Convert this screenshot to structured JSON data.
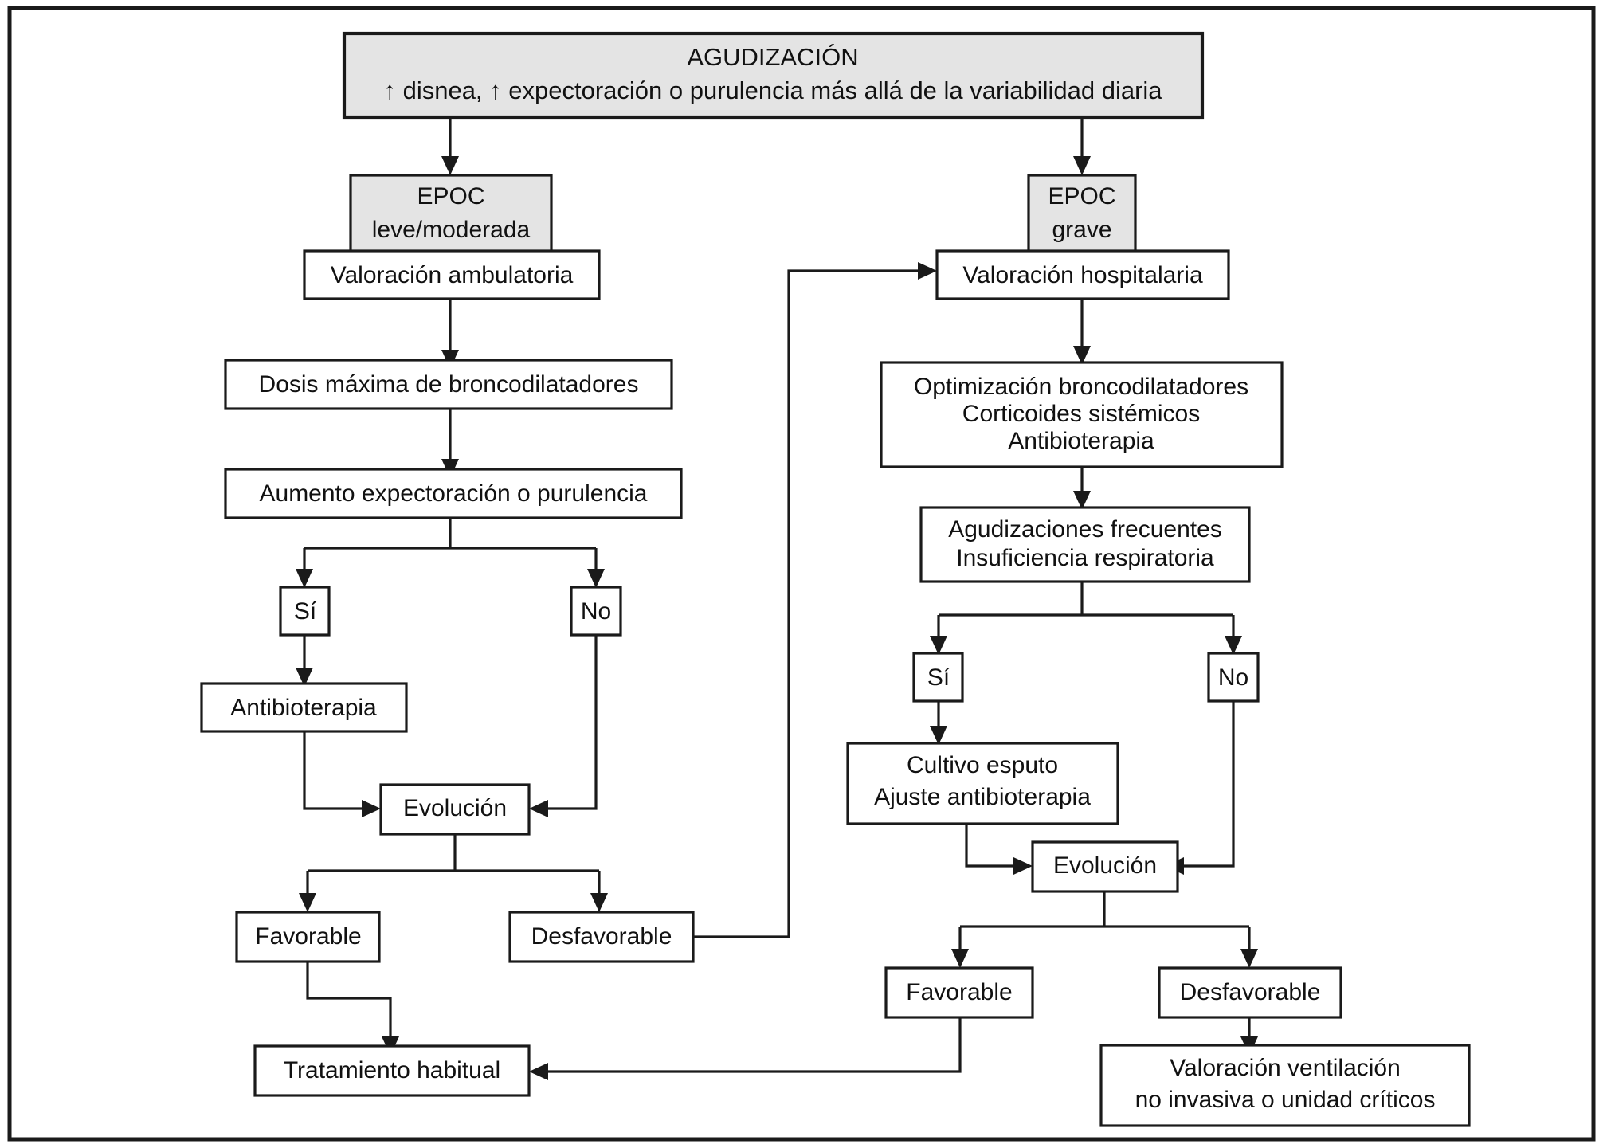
{
  "figure": {
    "kind": "clinical-flowchart",
    "language": "es",
    "colors": {
      "line": "#1a1a1a",
      "shaded_fill": "#e4e4e4",
      "plain_fill": "#ffffff",
      "text": "#111111"
    }
  },
  "nodes": {
    "header": {
      "title": "AGUDIZACIÓN",
      "subtitle": "↑ disnea, ↑ expectoración o purulencia más allá de la variabilidad diaria",
      "shaded": true
    },
    "left": {
      "severity": {
        "line1": "EPOC",
        "line2": "leve/moderada",
        "shaded": true
      },
      "assessment": {
        "label": "Valoración ambulatoria"
      },
      "treatment": {
        "label": "Dosis máxima de broncodilatadores"
      },
      "decision": {
        "label": "Aumento expectoración o purulencia"
      },
      "yes": {
        "label": "Sí"
      },
      "no": {
        "label": "No"
      },
      "antibiotics": {
        "label": "Antibioterapia"
      },
      "outcome": {
        "label": "Evolución"
      },
      "favorable": {
        "label": "Favorable"
      },
      "unfavorable": {
        "label": "Desfavorable"
      },
      "final": {
        "label": "Tratamiento habitual"
      }
    },
    "right": {
      "severity": {
        "line1": "EPOC",
        "line2": "grave",
        "shaded": true
      },
      "assessment": {
        "label": "Valoración hospitalaria"
      },
      "treatment": {
        "line1": "Optimización broncodilatadores",
        "line2": "Corticoides sistémicos",
        "line3": "Antibioterapia"
      },
      "decision": {
        "line1": "Agudizaciones frecuentes",
        "line2": "Insuficiencia respiratoria"
      },
      "yes": {
        "label": "Sí"
      },
      "no": {
        "label": "No"
      },
      "culture": {
        "line1": "Cultivo esputo",
        "line2": "Ajuste antibioterapia"
      },
      "outcome": {
        "label": "Evolución"
      },
      "favorable": {
        "label": "Favorable"
      },
      "unfavorable": {
        "label": "Desfavorable"
      },
      "final": {
        "line1": "Valoración ventilación",
        "line2": "no invasiva o unidad críticos"
      }
    }
  },
  "chart_data": {
    "type": "diagram",
    "title": "Algoritmo de manejo de la agudización de la EPOC",
    "edges": [
      {
        "from": "header",
        "to": "left.severity",
        "style": "arrow"
      },
      {
        "from": "header",
        "to": "right.severity",
        "style": "arrow"
      },
      {
        "from": "left.assessment",
        "to": "left.treatment",
        "style": "arrow"
      },
      {
        "from": "left.treatment",
        "to": "left.decision",
        "style": "arrow"
      },
      {
        "from": "left.decision",
        "to": "left.yes",
        "style": "arrow"
      },
      {
        "from": "left.decision",
        "to": "left.no",
        "style": "arrow"
      },
      {
        "from": "left.yes",
        "to": "left.antibiotics",
        "style": "arrow"
      },
      {
        "from": "left.antibiotics",
        "to": "left.outcome",
        "style": "arrow"
      },
      {
        "from": "left.no",
        "to": "left.outcome",
        "style": "arrow"
      },
      {
        "from": "left.outcome",
        "to": "left.favorable",
        "style": "arrow"
      },
      {
        "from": "left.outcome",
        "to": "left.unfavorable",
        "style": "arrow"
      },
      {
        "from": "left.favorable",
        "to": "left.final",
        "style": "arrow"
      },
      {
        "from": "left.unfavorable",
        "to": "right.assessment",
        "style": "arrow-feedback"
      },
      {
        "from": "right.assessment",
        "to": "right.treatment",
        "style": "arrow"
      },
      {
        "from": "right.treatment",
        "to": "right.decision",
        "style": "arrow"
      },
      {
        "from": "right.decision",
        "to": "right.yes",
        "style": "arrow"
      },
      {
        "from": "right.decision",
        "to": "right.no",
        "style": "arrow"
      },
      {
        "from": "right.yes",
        "to": "right.culture",
        "style": "arrow"
      },
      {
        "from": "right.culture",
        "to": "right.outcome",
        "style": "arrow"
      },
      {
        "from": "right.no",
        "to": "right.outcome",
        "style": "arrow"
      },
      {
        "from": "right.outcome",
        "to": "right.favorable",
        "style": "arrow"
      },
      {
        "from": "right.outcome",
        "to": "right.unfavorable",
        "style": "arrow"
      },
      {
        "from": "right.favorable",
        "to": "left.final",
        "style": "arrow"
      },
      {
        "from": "right.unfavorable",
        "to": "right.final",
        "style": "arrow"
      }
    ]
  }
}
